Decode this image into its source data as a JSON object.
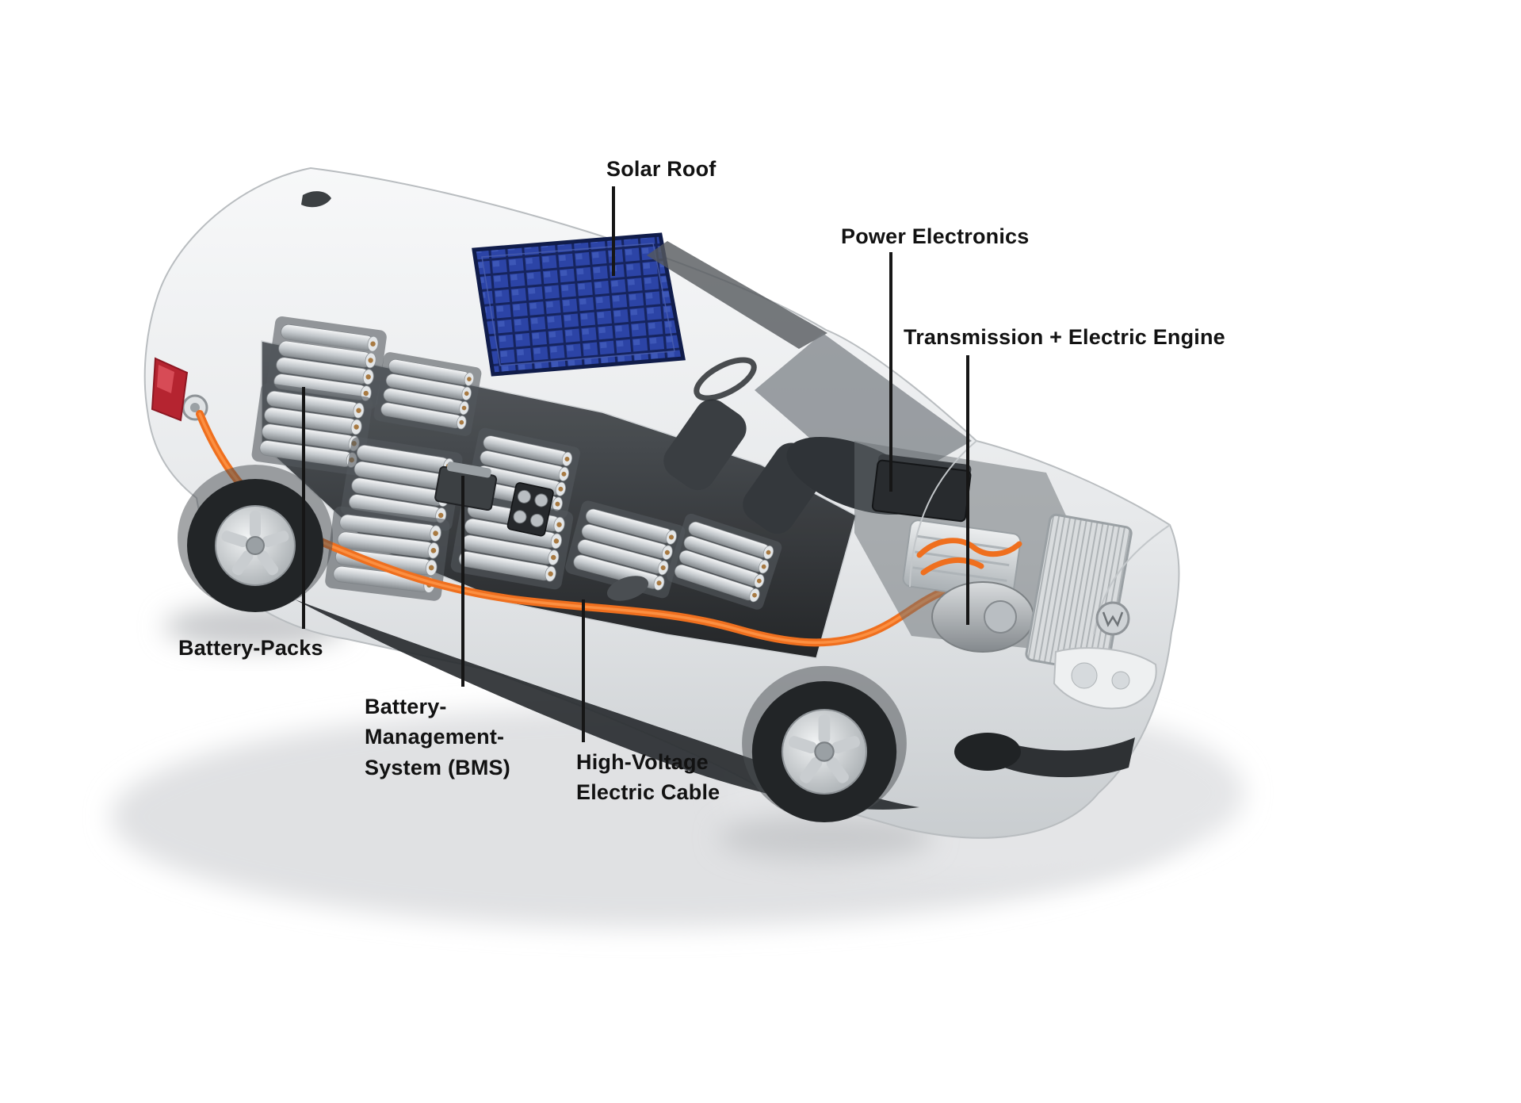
{
  "labels": {
    "solar_roof": "Solar Roof",
    "power_electronics": "Power Electronics",
    "transmission_engine": "Transmission + Electric Engine",
    "battery_packs": "Battery-Packs",
    "bms": "Battery-\nManagement-\nSystem (BMS)",
    "hv_cable": "High-Voltage\nElectric Cable"
  },
  "colors": {
    "background": "#ffffff",
    "label_text": "#121212",
    "leader_line": "#161616",
    "cable_orange": "#ef6f1e",
    "solar_panel_blue": "#26398f",
    "car_body_silver": "#e4e6e8"
  }
}
